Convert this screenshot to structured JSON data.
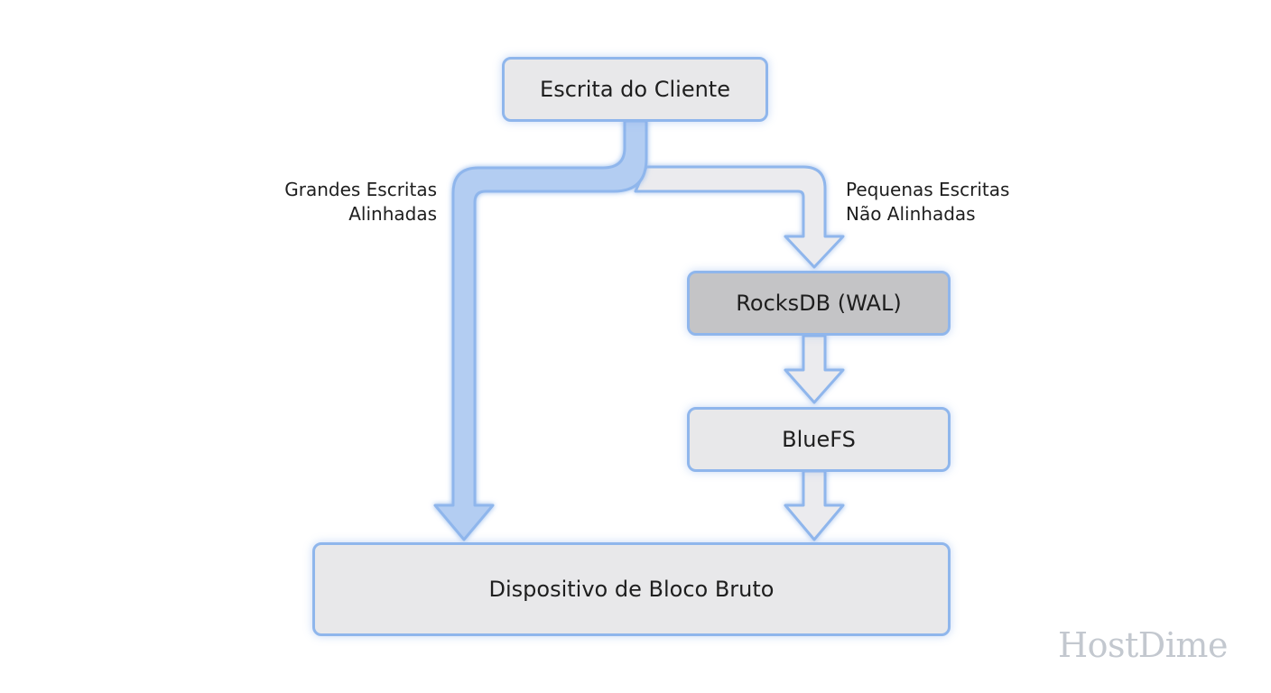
{
  "nodes": {
    "client_write": "Escrita do Cliente",
    "rocksdb": "RocksDB (WAL)",
    "bluefs": "BlueFS",
    "raw_device": "Dispositivo de Bloco Bruto"
  },
  "edge_labels": {
    "large_writes": [
      "Grandes Escritas",
      "Alinhadas"
    ],
    "small_writes": [
      "Pequenas Escritas",
      "Não Alinhadas"
    ]
  },
  "watermark": "HostDime",
  "colors": {
    "large_path_fill": "#b3cdf2",
    "path_stroke": "#8fb6ec",
    "small_path_fill": "#ebebee",
    "node_fill": "#e8e8ea",
    "rocksdb_fill": "#c4c4c6"
  }
}
